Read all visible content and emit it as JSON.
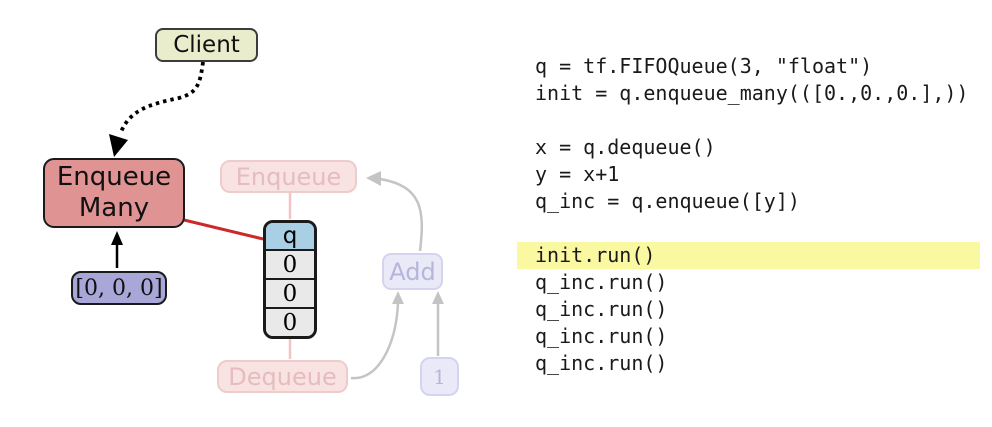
{
  "diagram": {
    "nodes": {
      "client": {
        "label": "Client"
      },
      "enqueue_many": {
        "label": "Enqueue\nMany"
      },
      "input_tensor": {
        "label": "[0, 0, 0]"
      },
      "queue": {
        "header": "q",
        "values": [
          "0",
          "0",
          "0"
        ]
      },
      "enqueue_faded": {
        "label": "Enqueue"
      },
      "dequeue_faded": {
        "label": "Dequeue"
      },
      "add_faded": {
        "label": "Add"
      },
      "one_faded": {
        "label": "1"
      }
    }
  },
  "code": {
    "lines": [
      "q = tf.FIFOQueue(3, \"float\")",
      "init = q.enqueue_many(([0.,0.,0.],))",
      "",
      "x = q.dequeue()",
      "y = x+1",
      "q_inc = q.enqueue([y])",
      "",
      "init.run()",
      "q_inc.run()",
      "q_inc.run()",
      "q_inc.run()",
      "q_inc.run()"
    ],
    "highlight_index": 7
  },
  "colors": {
    "client-fill": "#e9edcb",
    "enqueue-many-fill": "#e09393",
    "tensor-fill": "#a9a7d7",
    "queue-header-fill": "#a9cfe5",
    "queue-cell-fill": "#e9e9e9",
    "faded-pink-fill": "#f9e2e2",
    "faded-pink-border": "#eecccc",
    "faded-pink-text": "#e6bcbc",
    "faded-lavender-fill": "#e9e9f7",
    "faded-lavender-border": "#d4d4ec",
    "faded-lavender-text": "#b6b6da",
    "red-line": "#cc2a2a",
    "pink-line": "#f2c4c4",
    "gray-arrow": "#c4c4c4",
    "highlight": "#fbf8a2"
  }
}
